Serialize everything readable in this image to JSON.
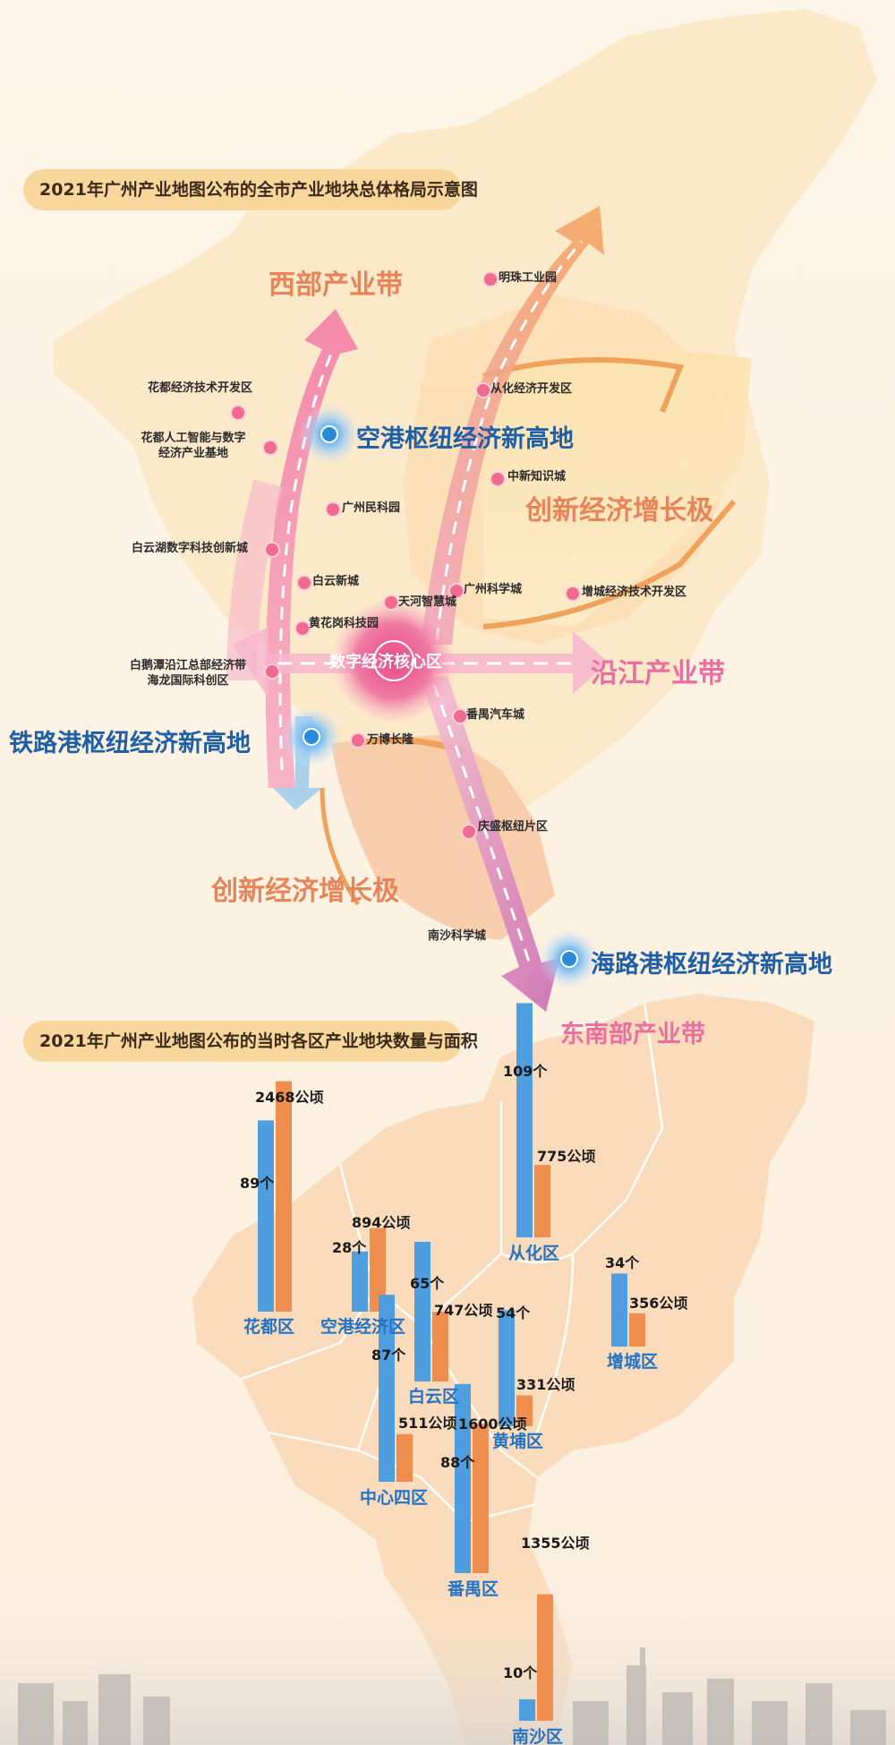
{
  "titles": {
    "layout": "2021年广州产业地图公布的全市产业地块总体格局示意图",
    "districts": "2021年广州产业地图公布的当时各区产业地块数量与面积"
  },
  "belts": {
    "west": "西部产业带",
    "river": "沿江产业带",
    "southeast": "东南部产业带"
  },
  "poles": {
    "north": "创新经济增长极",
    "south": "创新经济增长极"
  },
  "hubs": {
    "airport": "空港枢纽经济新高地",
    "railway": "铁路港枢纽经济新高地",
    "seaport": "海路港枢纽经济新高地"
  },
  "core": "数字经济核心区",
  "sites": {
    "mingzhu": "明珠工业园",
    "huadu_dev": "花都经济技术开发区",
    "conghua_dev": "从化经济开发区",
    "huadu_ai_1": "花都人工智能与数字",
    "huadu_ai_2": "经济产业基地",
    "sino_knowledge": "中新知识城",
    "minke": "广州民科园",
    "baiyunhu": "白云湖数字科技创新城",
    "baiyun_new": "白云新城",
    "tianhe": "天河智慧城",
    "science_city": "广州科学城",
    "zengcheng_dev": "增城经济技术开发区",
    "huanghuagang": "黄花岗科技园",
    "baietan_1": "白鹅潭沿江总部经济带",
    "baietan_2": "海龙国际科创区",
    "panyu_auto": "番禺汽车城",
    "wanbo": "万博长隆",
    "qingsheng": "庆盛枢纽片区",
    "nansha_sci": "南沙科学城"
  },
  "colors": {
    "count_bar": "#4f9fe0",
    "area_bar": "#ef8e4f",
    "district_label": "#2373c4",
    "title_pill": "#f8d69c"
  },
  "chart_data": {
    "type": "bar",
    "categories": [
      "花都区",
      "空港经济区",
      "从化区",
      "白云区",
      "黄埔区",
      "增城区",
      "中心四区",
      "番禺区",
      "南沙区"
    ],
    "series": [
      {
        "values": [
          89,
          28,
          109,
          65,
          54,
          34,
          87,
          88,
          10
        ],
        "labels": [
          "89个",
          "28个",
          "109个",
          "65个",
          "54个",
          "34个",
          "87个",
          "88个",
          "10个"
        ]
      },
      {
        "values": [
          2468,
          894,
          775,
          747,
          331,
          356,
          511,
          1600,
          1355
        ],
        "labels": [
          "2468公顷",
          "894公顷",
          "775公顷",
          "747公顷",
          "331公顷",
          "356公顷",
          "511公顷",
          "1600公顷",
          "1355公顷"
        ]
      }
    ]
  }
}
